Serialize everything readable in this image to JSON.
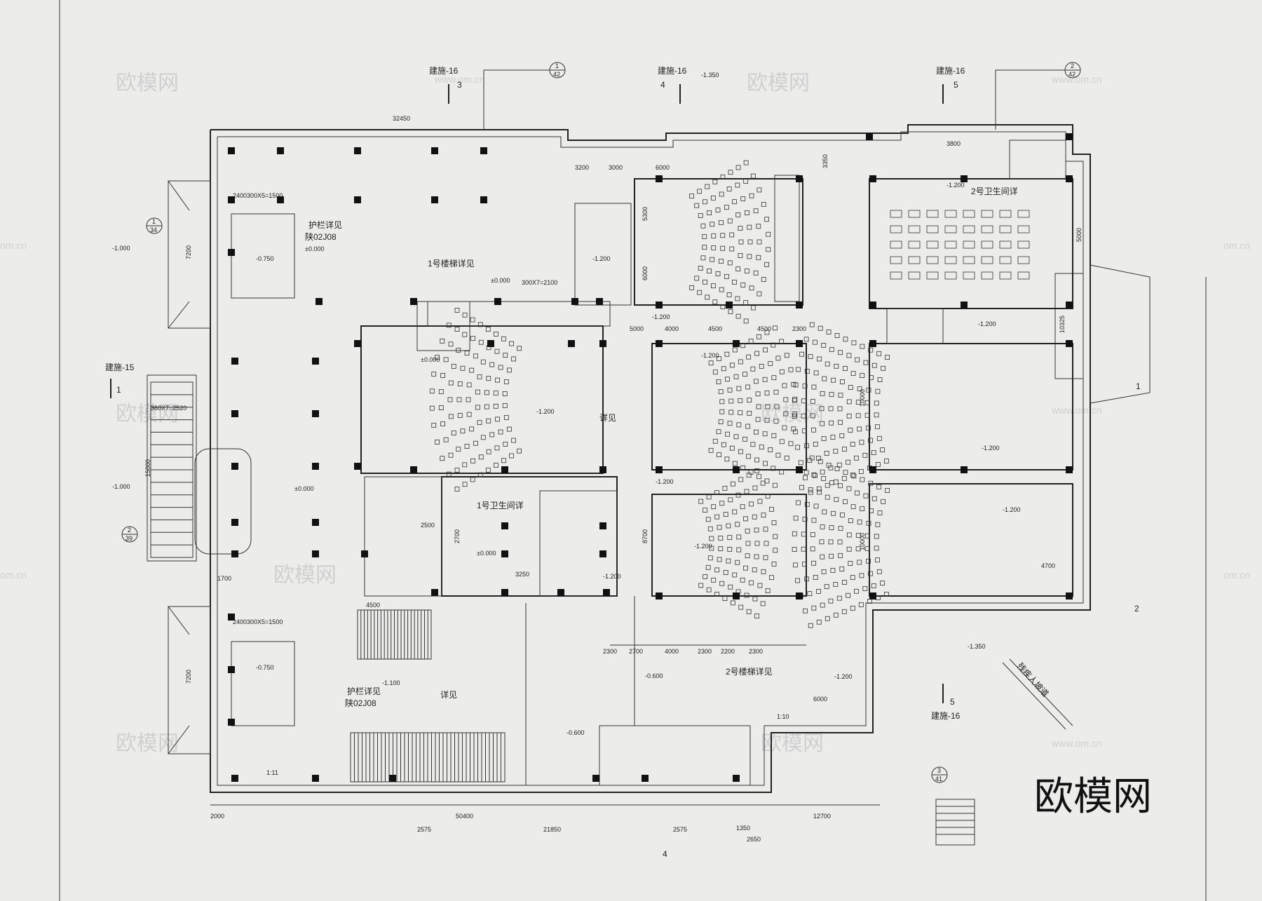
{
  "watermark": {
    "brand": "欧模网",
    "url": "www.om.cn",
    "domain": "om.cn"
  },
  "section_refs": [
    {
      "code": "建施-16",
      "num": "3"
    },
    {
      "code": "建施-16",
      "num": "4"
    },
    {
      "code": "建施-16",
      "num": "5"
    },
    {
      "code": "建施-15",
      "num": "1"
    },
    {
      "code": "建施-16",
      "num": "5"
    }
  ],
  "detail_refs": [
    {
      "num": "1",
      "sheet": "42"
    },
    {
      "num": "2",
      "sheet": "42"
    },
    {
      "num": "1",
      "sheet": "34"
    },
    {
      "num": "2",
      "sheet": "39"
    },
    {
      "num": "3",
      "sheet": "41"
    }
  ],
  "annotations": {
    "guardrail_detail": "护栏详见",
    "guardrail_std": "陕02J08",
    "stair1_detail": "1号楼梯详见",
    "stair2_detail": "2号楼梯详见",
    "wc1_detail": "1号卫生间详",
    "wc2_detail": "2号卫生间详",
    "see_detail": "详见",
    "barrier_free": "残疾人坡道"
  },
  "levels": {
    "l0": "±0.000",
    "l_m1000": "-1.000",
    "l_m0750": "-0.750",
    "l_m1200": "-1.200",
    "l_m1350": "-1.350",
    "l_m0600": "-0.600",
    "l_m1100": "-1.100"
  },
  "dimensions": {
    "bottom_total": "50400",
    "bottom_right": "12700",
    "bottom_left": "2000",
    "b1": "2575",
    "b2": "21850",
    "b3": "2575",
    "b4": "2650",
    "b5": "1350",
    "top_total": "32450",
    "t1": "3200",
    "t2": "3000",
    "t3": "6000",
    "t4": "3800",
    "mid1": "5000",
    "mid2": "4000",
    "mid3": "4500",
    "mid4": "4500",
    "mid5": "2300",
    "row1": "2300",
    "row2": "2700",
    "row3": "4000",
    "row4": "2300",
    "row5": "2200",
    "row6": "2300",
    "left1": "7200",
    "left2": "15000",
    "left3": "7200",
    "right1": "10000",
    "right2": "10000",
    "right3": "5000",
    "r4": "4700",
    "stepA": "2400300X5=1500",
    "stepB": "360X7=2520",
    "stepC": "300X7=2100",
    "ramp1": "1:10",
    "ramp2": "1:11",
    "s6000": "6000",
    "s8700": "8700",
    "s5300": "5300",
    "s6000b": "6000",
    "s3250": "3250",
    "s4500": "4500",
    "s2500": "2500",
    "s2700": "2700",
    "s1700": "1700",
    "s3350": "3350",
    "s10325": "10325"
  },
  "grid_labels": {
    "g1": "1",
    "g2": "2",
    "g4": "4"
  }
}
